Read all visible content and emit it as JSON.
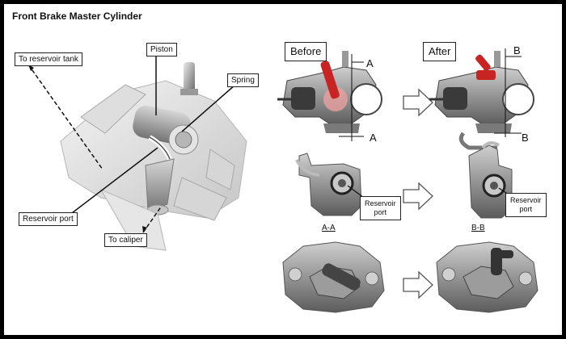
{
  "title": "Front Brake Master Cylinder",
  "labels": {
    "to_reservoir_tank": "To reservoir tank",
    "piston": "Piston",
    "spring": "Spring",
    "reservoir_port": "Reservoir port",
    "to_caliper": "To caliper",
    "before": "Before",
    "after": "After",
    "reservoir_port_line1": "Reservoir",
    "reservoir_port_line2": "port",
    "section_a": "A-A",
    "section_b": "B-B",
    "marker_a": "A",
    "marker_b": "B"
  },
  "colors": {
    "highlight": "#d62b2b",
    "part_gray": "#8a8a8a"
  }
}
